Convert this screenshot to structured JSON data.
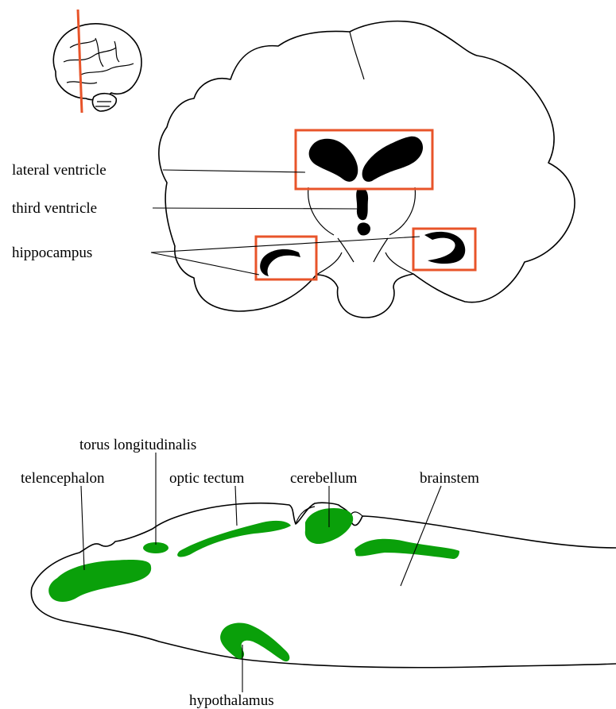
{
  "colors": {
    "highlight": "#e8542a",
    "region": "#0aa00a",
    "structure": "#000000"
  },
  "coronal": {
    "labels": {
      "lateral_ventricle": "lateral ventricle",
      "third_ventricle": "third ventricle",
      "hippocampus": "hippocampus"
    }
  },
  "sagittal": {
    "labels": {
      "torus_longitudinalis": "torus longitudinalis",
      "telencephalon": "telencephalon",
      "optic_tectum": "optic tectum",
      "cerebellum": "cerebellum",
      "brainstem": "brainstem",
      "hypothalamus": "hypothalamus"
    }
  }
}
